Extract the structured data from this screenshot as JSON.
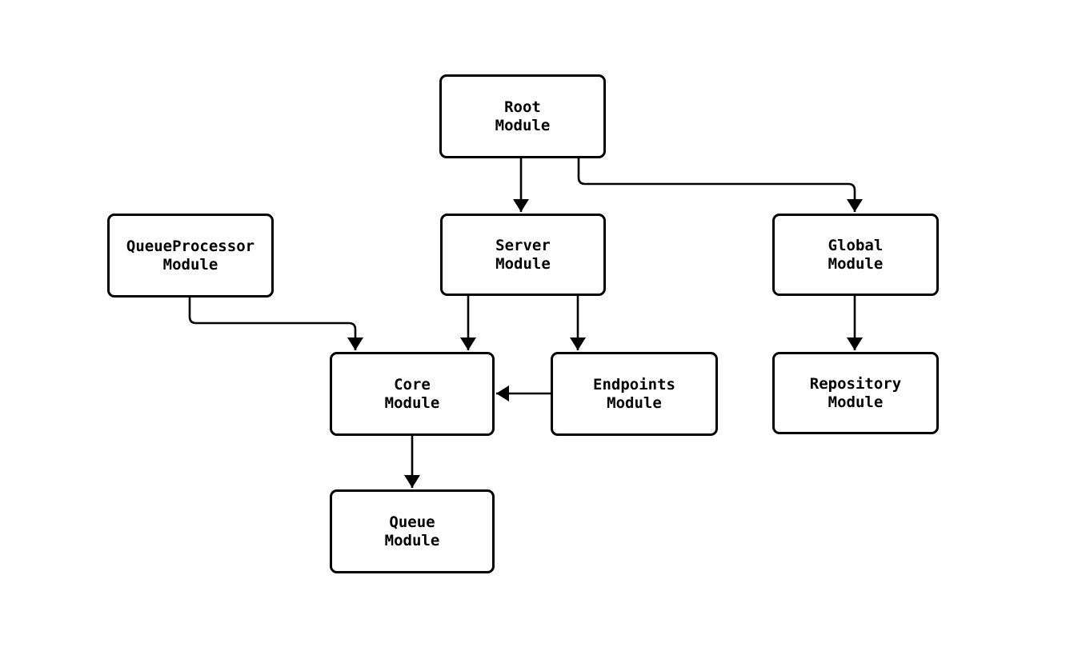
{
  "diagram": {
    "type": "flowchart",
    "direction": "top-down",
    "background_color": "#ffffff",
    "node_fill_color": "#ffffff",
    "node_border_color": "#000000",
    "edge_color": "#000000",
    "text_color": "#000000",
    "nodes": [
      {
        "id": "root",
        "label": "Root Module",
        "line1": "Root",
        "line2": "Module"
      },
      {
        "id": "queueprocessor",
        "label": "QueueProcessor Module",
        "line1": "QueueProcessor",
        "line2": "Module"
      },
      {
        "id": "server",
        "label": "Server Module",
        "line1": "Server",
        "line2": "Module"
      },
      {
        "id": "global",
        "label": "Global Module",
        "line1": "Global",
        "line2": "Module"
      },
      {
        "id": "core",
        "label": "Core Module",
        "line1": "Core",
        "line2": "Module"
      },
      {
        "id": "endpoints",
        "label": "Endpoints Module",
        "line1": "Endpoints",
        "line2": "Module"
      },
      {
        "id": "repository",
        "label": "Repository Module",
        "line1": "Repository",
        "line2": "Module"
      },
      {
        "id": "queue",
        "label": "Queue Module",
        "line1": "Queue",
        "line2": "Module"
      }
    ],
    "edges": [
      {
        "from": "Root Module",
        "to": "Server Module"
      },
      {
        "from": "Root Module",
        "to": "Global Module"
      },
      {
        "from": "QueueProcessor Module",
        "to": "Core Module"
      },
      {
        "from": "Server Module",
        "to": "Core Module"
      },
      {
        "from": "Server Module",
        "to": "Endpoints Module"
      },
      {
        "from": "Endpoints Module",
        "to": "Core Module"
      },
      {
        "from": "Global Module",
        "to": "Repository Module"
      },
      {
        "from": "Core Module",
        "to": "Queue Module"
      }
    ]
  }
}
